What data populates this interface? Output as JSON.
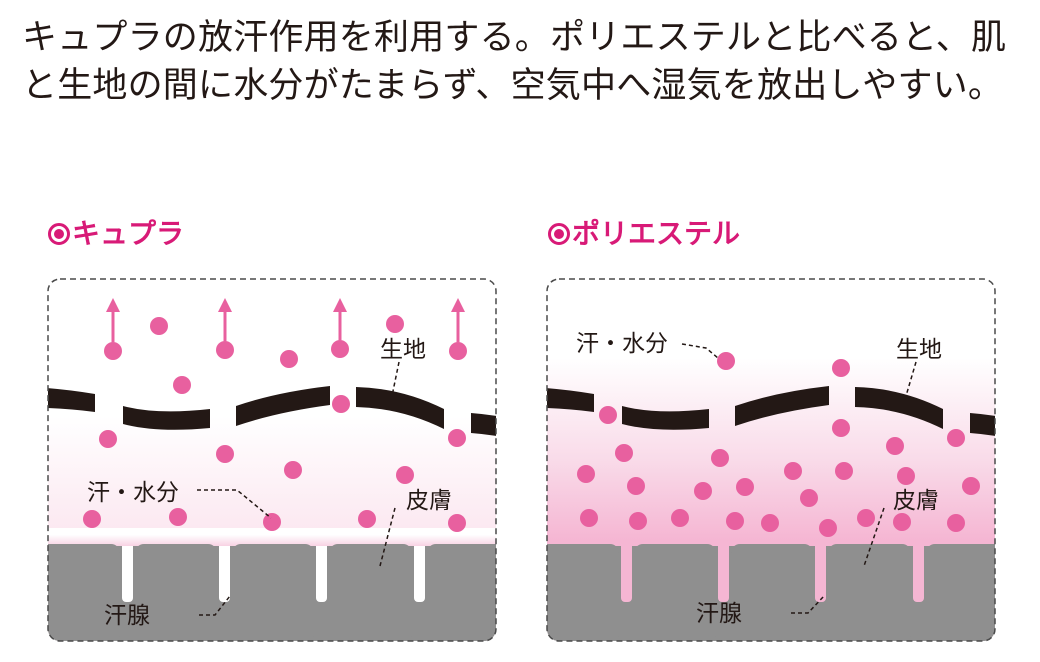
{
  "intro_text": "キュプラの放汗作用を利用する。ポリエステルと比べると、肌と生地の間に水分がたまらず、空気中へ湿気を放出しやすい。",
  "panels": {
    "cupra": {
      "heading": "キュプラ",
      "labels": {
        "fabric": "生地",
        "sweat": "汗・水分",
        "skin": "皮膚",
        "gland": "汗腺"
      }
    },
    "polyester": {
      "heading": "ポリエステル",
      "labels": {
        "fabric": "生地",
        "sweat": "汗・水分",
        "skin": "皮膚",
        "gland": "汗腺"
      }
    }
  },
  "colors": {
    "accent": "#d81a77",
    "droplet": "#e8609f",
    "fabric": "#231815",
    "skin": "#8f8f8f",
    "moisture": "#f5b6d3"
  }
}
